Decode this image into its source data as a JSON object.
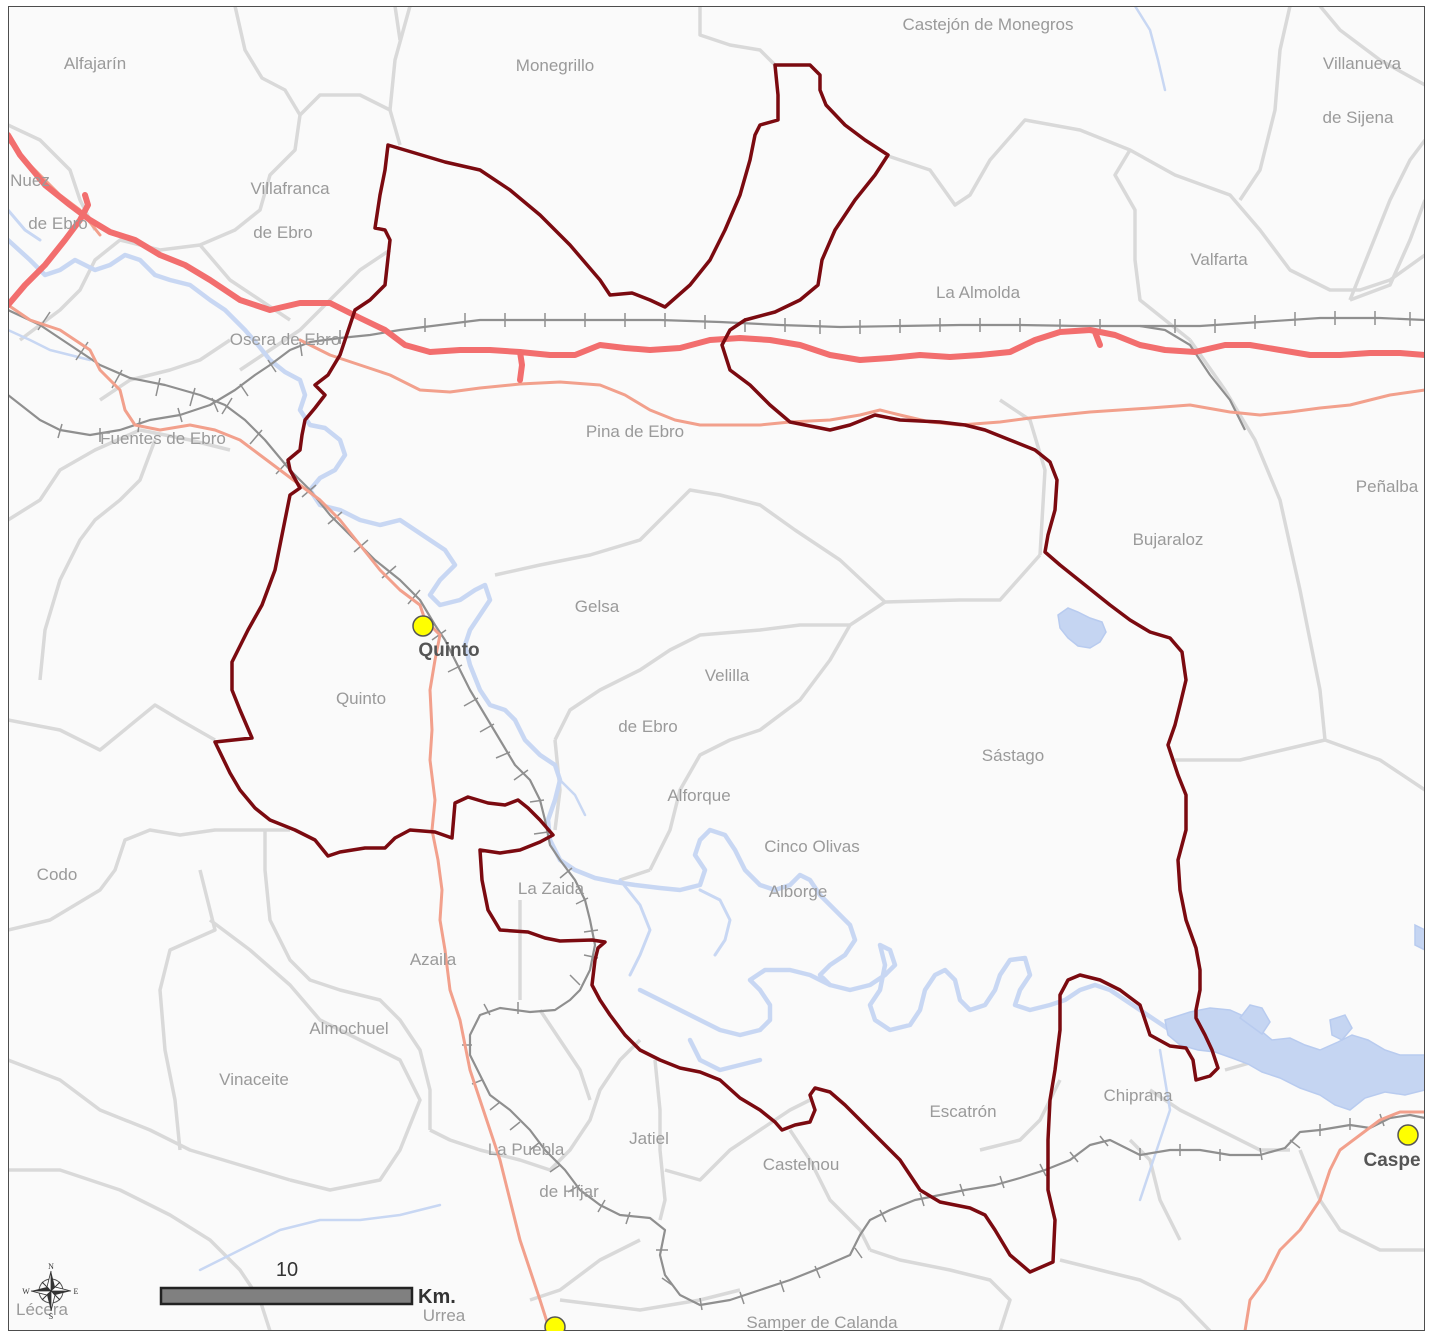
{
  "colors": {
    "background": "#fafafa",
    "frame": "#4d4d4d",
    "boundary": "#d9d9d9",
    "river": "#c8d7f3",
    "reservoir": "#c5d5f2",
    "highway": "#f26e6e",
    "road": "#f2a08c",
    "railway": "#8f8f8f",
    "district": "#7b0a10",
    "town_marker": "#ffff00",
    "label": "#9a9a9a",
    "town_label": "#555555"
  },
  "places": {
    "castejon": "Castejón de Monegros",
    "alfajarin": "Alfajarín",
    "monegrillo": "Monegrillo",
    "villanueva1": "Villanueva",
    "villanueva2": "de Sijena",
    "nuez1": "Nuez",
    "nuez2": "de Ebro",
    "villafranca1": "Villafranca",
    "villafranca2": "de Ebro",
    "valfarta": "Valfarta",
    "la_almolda": "La Almolda",
    "osera": "Osera de Ebro",
    "fuentes": "Fuentes de Ebro",
    "pina": "Pina de Ebro",
    "penalba": "Peñalba",
    "bujaraloz": "Bujaraloz",
    "gelsa": "Gelsa",
    "velilla1": "Velilla",
    "velilla2": "de Ebro",
    "quinto_muni": "Quinto",
    "sastago": "Sástago",
    "alforque": "Alforque",
    "cinco_olivas": "Cinco Olivas",
    "alborge": "Alborge",
    "codo": "Codo",
    "la_zaida": "La Zaida",
    "azaila": "Azaila",
    "almochuel": "Almochuel",
    "vinaceite": "Vinaceite",
    "escatron": "Escatrón",
    "chiprana": "Chiprana",
    "jatiel": "Jatiel",
    "la_puebla1": "La Puebla",
    "la_puebla2": "de Híjar",
    "castelnou": "Castelnou",
    "lecera": "Lécera",
    "urrea": "Urrea",
    "samper": "Samper de Calanda"
  },
  "towns": {
    "quinto": "Quinto",
    "caspe": "Caspe"
  },
  "scale": {
    "value": "10",
    "unit": "Km."
  },
  "compass": {
    "n": "N",
    "s": "S",
    "e": "E",
    "w": "W"
  }
}
